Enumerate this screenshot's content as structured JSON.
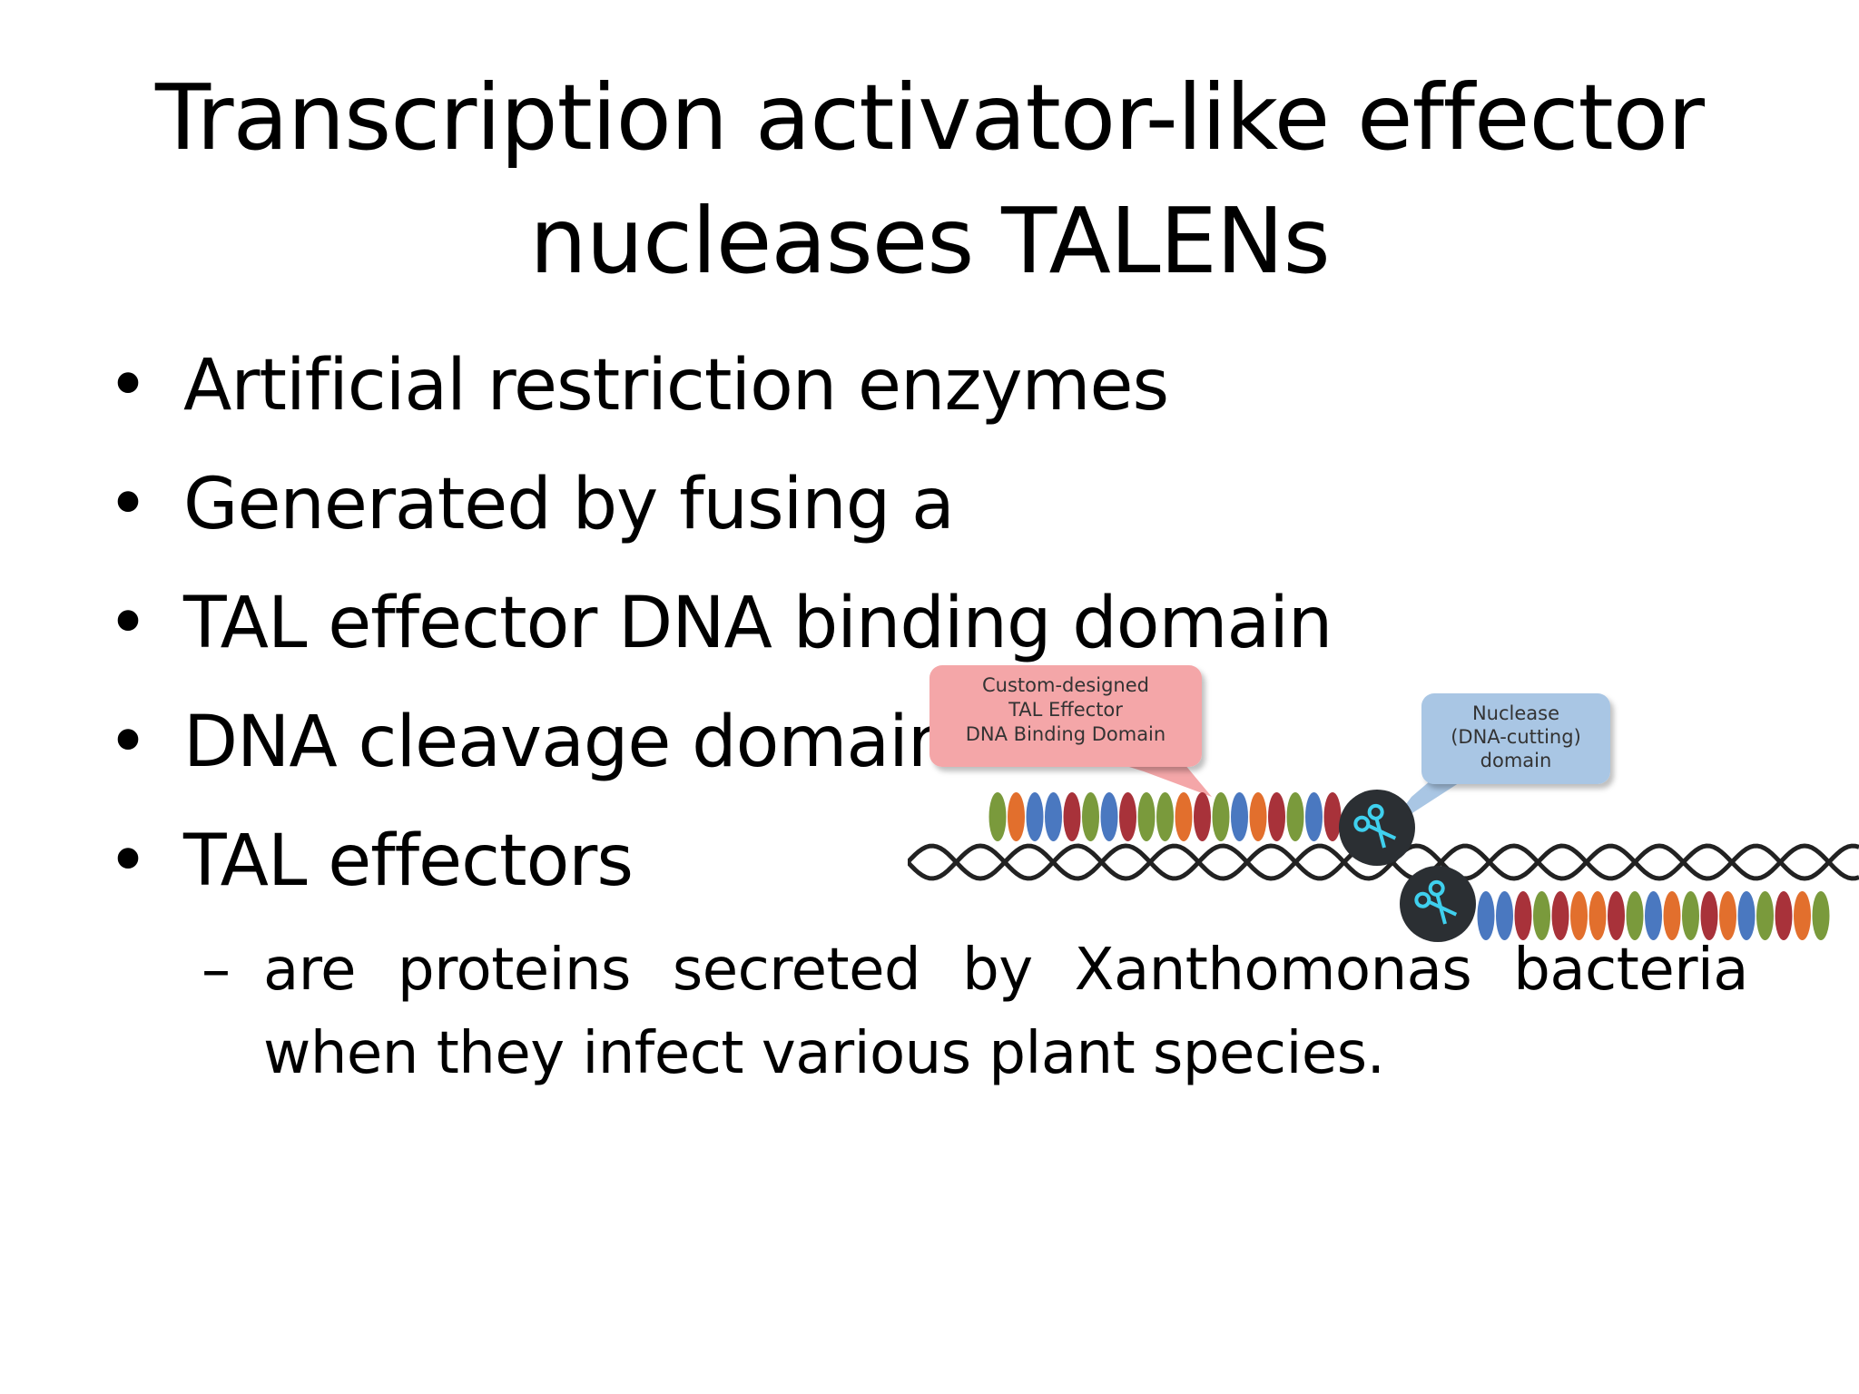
{
  "title": {
    "line1": "Transcription activator-like effector",
    "line2": "nucleases TALENs"
  },
  "bullets": [
    "Artificial restriction enzymes",
    "Generated by fusing a",
    "TAL effector DNA binding domain",
    "DNA cleavage domain",
    "TAL effectors"
  ],
  "sub_bullet": {
    "dash": "–",
    "line1_words": [
      "are",
      "proteins",
      "secreted",
      "by",
      "Xanthomonas",
      "bacteria"
    ],
    "line2": "when they infect various plant species."
  },
  "figure": {
    "label_binding": [
      "Custom-designed",
      "TAL Effector",
      "DNA Binding Domain"
    ],
    "label_nuclease": [
      "Nuclease",
      "(DNA-cutting)",
      "domain"
    ],
    "colors": {
      "binding_box": "#f4a6a8",
      "nuclease_box": "#a9c6e4",
      "scissors_circle": "#2b2f33",
      "scissors": "#3fd0ee",
      "dna": "#222222",
      "repeats": [
        "#7a9a3c",
        "#e26f2d",
        "#4a78c0",
        "#a8323a"
      ]
    },
    "icons": [
      "scissors-icon",
      "scissors-icon"
    ]
  }
}
